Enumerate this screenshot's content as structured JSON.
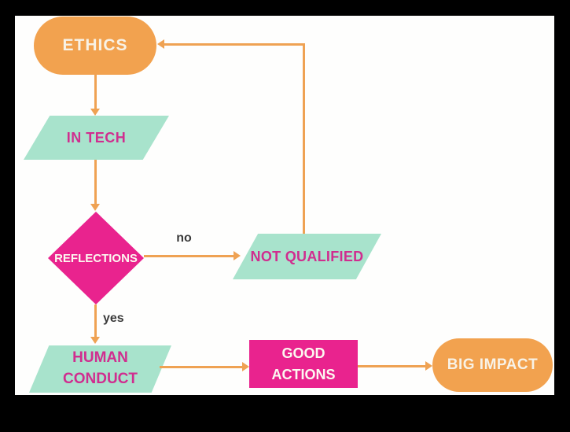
{
  "diagram": {
    "type": "flowchart",
    "nodes": {
      "ethics": {
        "label": "ETHICS",
        "shape": "rounded-pill",
        "fill": "#F2A24F",
        "text_color": "#F8F2E6"
      },
      "in_tech": {
        "label": "IN TECH",
        "shape": "parallelogram",
        "fill": "#A8E3CC",
        "text_color": "#D02D8F"
      },
      "reflections": {
        "label": "REFLECTIONS",
        "shape": "diamond",
        "fill": "#E9238E",
        "text_color": "#FCF8F0"
      },
      "not_qualified": {
        "label": "NOT QUALIFIED",
        "shape": "parallelogram",
        "fill": "#A8E3CC",
        "text_color": "#D02D8F"
      },
      "human_conduct": {
        "line1": "HUMAN",
        "line2": "CONDUCT",
        "shape": "parallelogram",
        "fill": "#A8E3CC",
        "text_color": "#D02D8F"
      },
      "good_actions": {
        "line1": "GOOD",
        "line2": "ACTIONS",
        "shape": "rectangle",
        "fill": "#E9238E",
        "text_color": "#FCF8F0"
      },
      "big_impact": {
        "label": "BIG IMPACT",
        "shape": "rounded-pill",
        "fill": "#F2A24F",
        "text_color": "#F8F2E6"
      }
    },
    "edges": [
      {
        "from": "ethics",
        "to": "in_tech",
        "label": ""
      },
      {
        "from": "in_tech",
        "to": "reflections",
        "label": ""
      },
      {
        "from": "reflections",
        "to": "not_qualified",
        "label": "no"
      },
      {
        "from": "not_qualified",
        "to": "ethics",
        "label": ""
      },
      {
        "from": "reflections",
        "to": "human_conduct",
        "label": "yes"
      },
      {
        "from": "human_conduct",
        "to": "good_actions",
        "label": ""
      },
      {
        "from": "good_actions",
        "to": "big_impact",
        "label": ""
      }
    ],
    "edge_labels": {
      "no": "no",
      "yes": "yes"
    },
    "colors": {
      "arrow": "#EFA253",
      "canvas_background": "#FFFFFF",
      "letterbox": "#000000",
      "orange": "#F2A24F",
      "mint": "#A8E3CC",
      "magenta": "#E9238E",
      "edge_label_text": "#3B3B3B"
    }
  }
}
